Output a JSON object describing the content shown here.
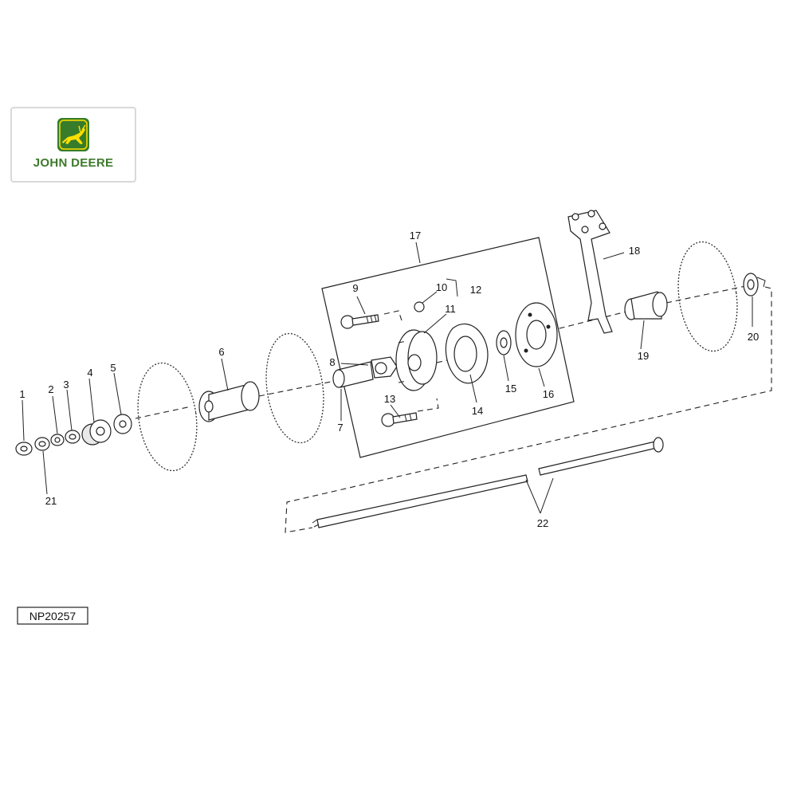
{
  "brand": {
    "name": "JOHN DEERE",
    "logo_icon": "deer-icon",
    "colors": {
      "green": "#367c2b",
      "yellow": "#ffde00"
    }
  },
  "figure_code": "NP20257",
  "callouts": {
    "c1": "1",
    "c2": "2",
    "c3": "3",
    "c4": "4",
    "c5": "5",
    "c6": "6",
    "c7": "7",
    "c8": "8",
    "c9": "9",
    "c10": "10",
    "c11": "11",
    "c12": "12",
    "c13": "13",
    "c14": "14",
    "c15": "15",
    "c16": "16",
    "c17": "17",
    "c18": "18",
    "c19": "19",
    "c20": "20",
    "c21": "21",
    "c22": "22"
  }
}
